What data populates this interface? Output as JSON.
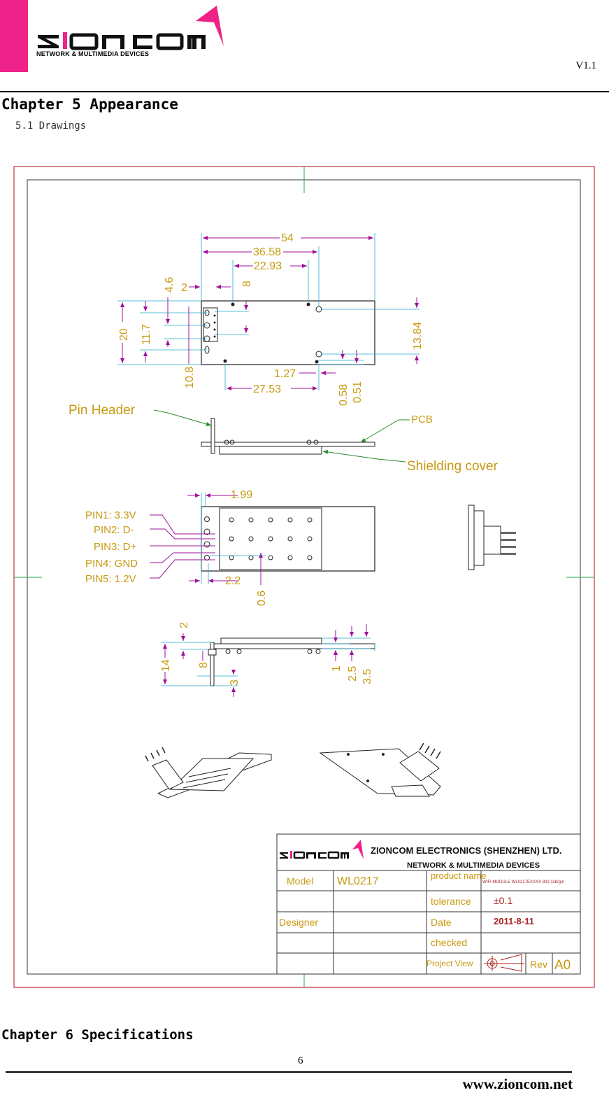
{
  "header": {
    "logo_text": "zioncom",
    "logo_subtitle": "NETWORK & MULTIMEDIA DEVICES",
    "version": "V1.1",
    "brand_color": "#ee2288"
  },
  "chapter5": {
    "title": "Chapter 5 Appearance",
    "section": "5.1 Drawings"
  },
  "drawing": {
    "dims_top": [
      "54",
      "36.58",
      "22.93",
      "4.6",
      "2",
      "8",
      "20",
      "11.7",
      "10.8",
      "13.84",
      "1.27",
      "27.53",
      "0.58",
      "0.51"
    ],
    "labels": {
      "pin_header": "Pin Header",
      "pcb": "PCB",
      "shielding_cover": "Shielding cover"
    },
    "pins": [
      "PIN1: 3.3V",
      "PIN2: D-",
      "PIN3: D+",
      "PIN4: GND",
      "PIN5: 1.2V"
    ],
    "dims_pins": [
      "1.99",
      "2.2",
      "0.6"
    ],
    "dims_side": [
      "2",
      "14",
      "8",
      "3",
      "1",
      "2.5",
      "3.5"
    ],
    "title_block": {
      "company": "ZIONCOM ELECTRONICS (SHENZHEN) LTD.",
      "division": "NETWORK & MULTIMEDIA DEVICES",
      "model_label": "Model",
      "model_value": "WL0217",
      "product_label": "product name",
      "product_value": "WIFI MODULE WL0217EXXXX 802.11b/g/n",
      "tolerance_label": "tolerance",
      "tolerance_value": "±0.1",
      "designer_label": "Designer",
      "date_label": "Date",
      "date_value": "2011-8-11",
      "checked_label": "checked",
      "project_view_label": "Project View",
      "rev_label": "Rev",
      "rev_value": "A0"
    }
  },
  "chapter6": {
    "title": "Chapter 6 Specifications"
  },
  "footer": {
    "page_number": "6",
    "url": "www.zioncom.net"
  }
}
